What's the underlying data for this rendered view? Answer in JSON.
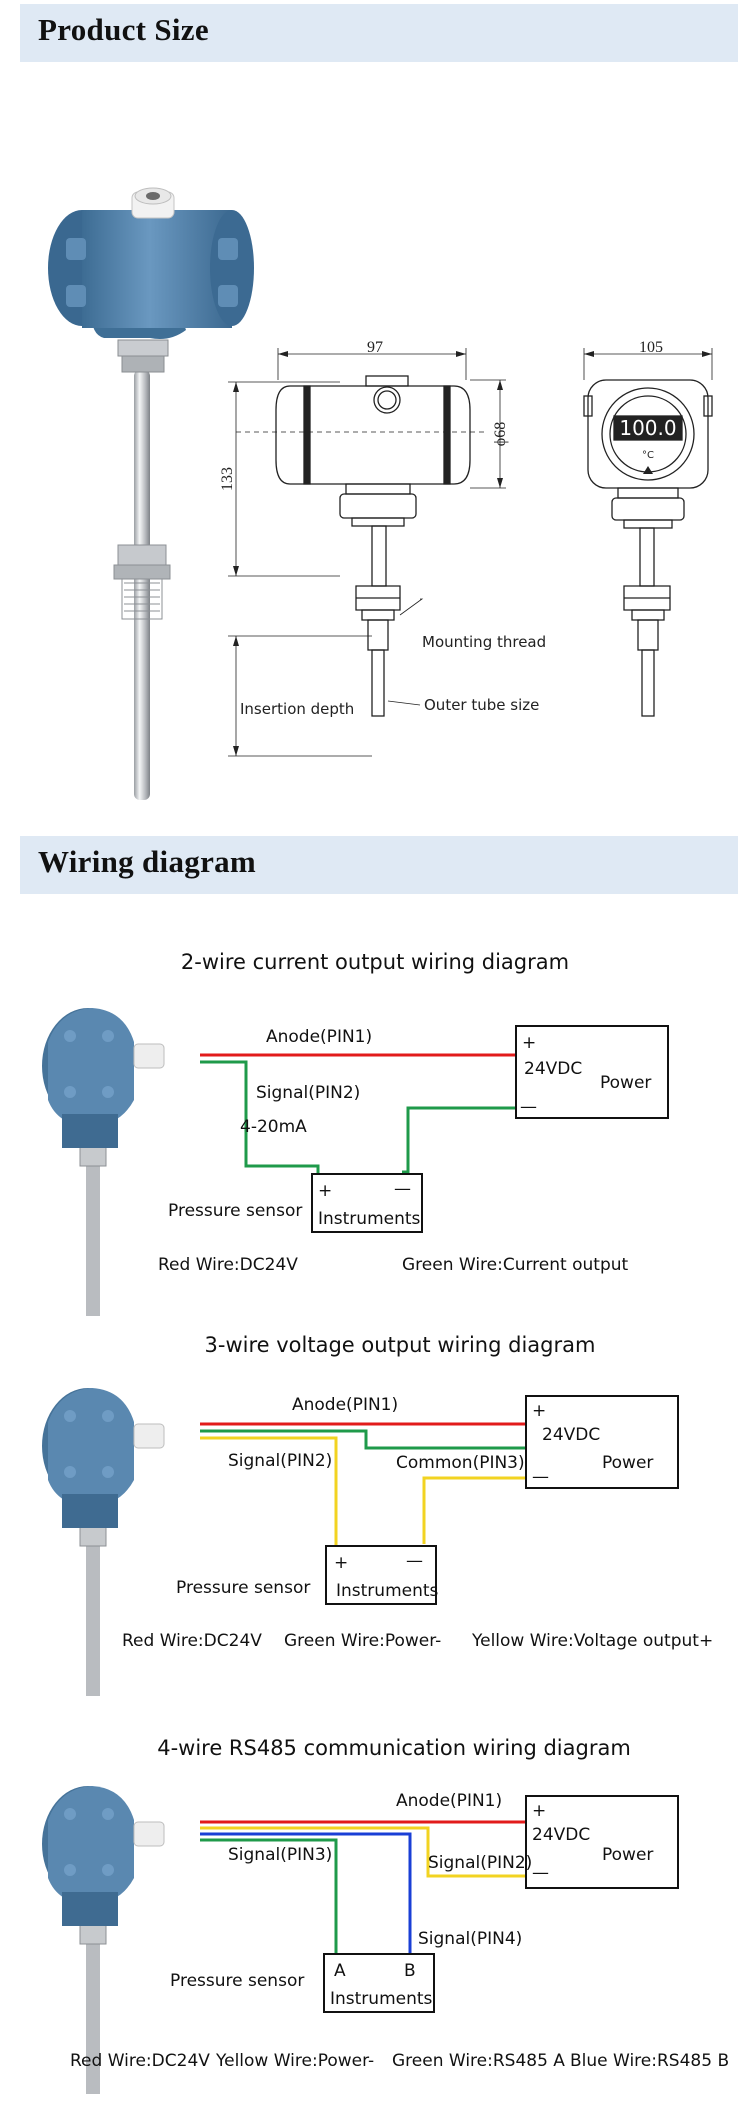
{
  "product_size": {
    "header": "Product Size",
    "dim_width_front": "97",
    "dim_width_side": "105",
    "dim_height": "133",
    "dim_diameter": "ϕ68",
    "display_value": "100.0",
    "display_unit": "°C",
    "label_mounting_thread": "Mounting thread",
    "label_insertion_depth": "Insertion depth",
    "label_outer_tube": "Outer tube size"
  },
  "wiring": {
    "header": "Wiring diagram",
    "two_wire": {
      "title": "2-wire current output wiring diagram",
      "anode": "Anode(PIN1)",
      "signal": "Signal(PIN2)",
      "current": "4-20mA",
      "power_voltage": "24VDC",
      "power_label": "Power",
      "plus": "+",
      "minus": "—",
      "sensor": "Pressure sensor",
      "instruments": "Instruments",
      "legend_red": "Red Wire:DC24V",
      "legend_green": "Green Wire:Current output"
    },
    "three_wire": {
      "title": "3-wire voltage output wiring diagram",
      "anode": "Anode(PIN1)",
      "signal": "Signal(PIN2)",
      "common": "Common(PIN3)",
      "power_voltage": "24VDC",
      "power_label": "Power",
      "plus": "+",
      "minus": "—",
      "sensor": "Pressure sensor",
      "instruments": "Instruments",
      "legend_red": "Red Wire:DC24V",
      "legend_green": "Green Wire:Power-",
      "legend_yellow": "Yellow Wire:Voltage output+"
    },
    "four_wire": {
      "title": "4-wire RS485 communication wiring diagram",
      "anode": "Anode(PIN1)",
      "signal3": "Signal(PIN3)",
      "signal2": "Signal(PIN2)",
      "signal4": "Signal(PIN4)",
      "power_voltage": "24VDC",
      "power_label": "Power",
      "plus": "+",
      "minus": "—",
      "sensor": "Pressure sensor",
      "instruments": "Instruments",
      "pin_a": "A",
      "pin_b": "B",
      "legend_red": "Red Wire:DC24V",
      "legend_yellow": "Yellow Wire:Power-",
      "legend_green": "Green Wire:RS485 A",
      "legend_blue": "Blue Wire:RS485 B"
    }
  },
  "colors": {
    "header_bg": "#dfe9f4",
    "wire_red": "#e21b1b",
    "wire_green": "#1f9a4a",
    "wire_yellow": "#f2d321",
    "wire_blue": "#1a3fd6",
    "housing_blue": "#4e7fa8"
  }
}
